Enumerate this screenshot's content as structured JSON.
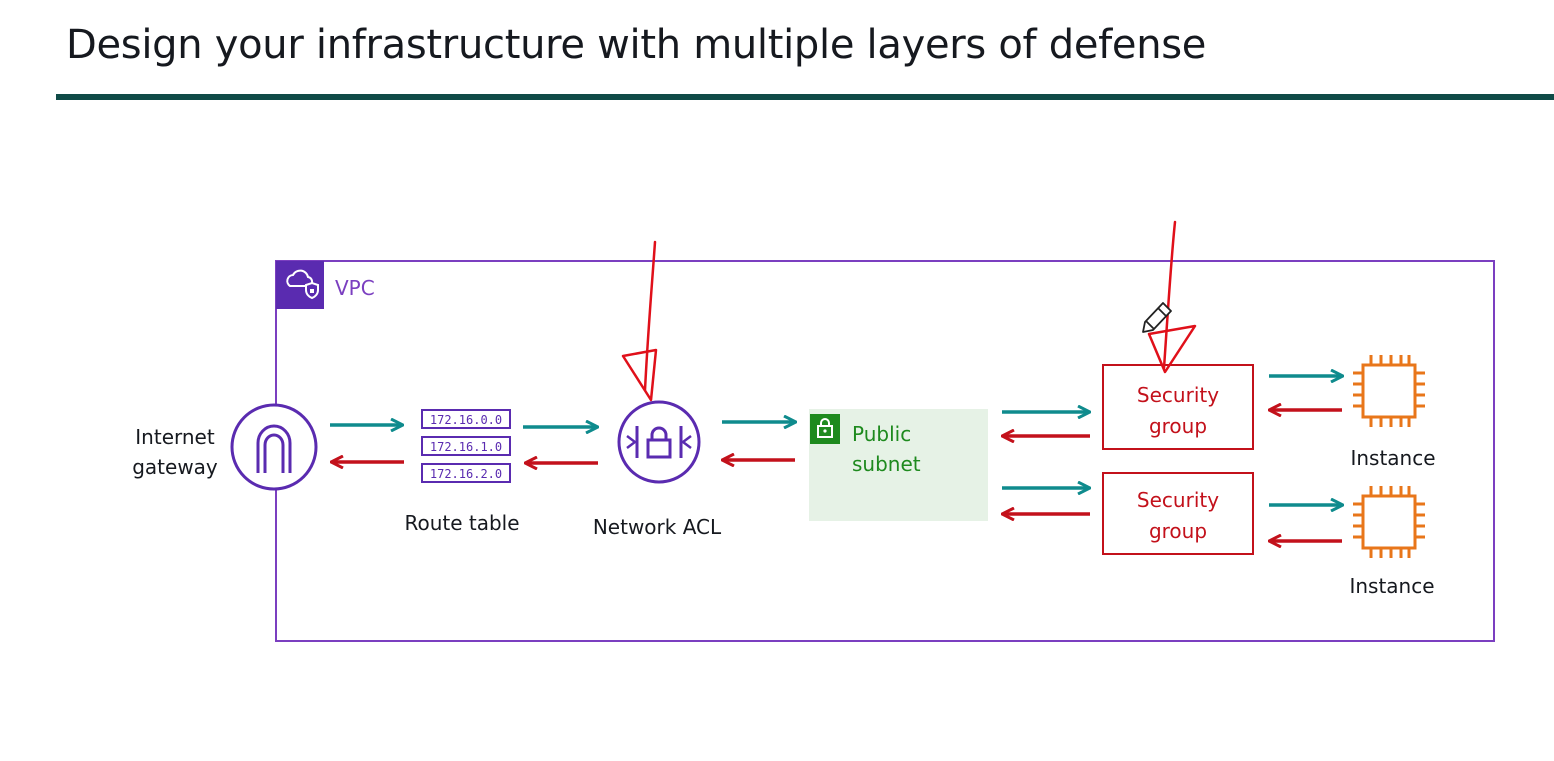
{
  "title": "Design your infrastructure with multiple layers of defense",
  "vpc": {
    "label": "VPC",
    "icon": "vpc-cloud-shield-icon",
    "color": "#7b3fc0"
  },
  "internet_gateway": {
    "label_line1": "Internet",
    "label_line2": "gateway",
    "icon": "internet-gateway-icon"
  },
  "route_table": {
    "label": "Route table",
    "entries": [
      "172.16.0.0",
      "172.16.1.0",
      "172.16.2.0"
    ],
    "icon": "route-table-icon"
  },
  "network_acl": {
    "label": "Network ACL",
    "icon": "network-acl-icon"
  },
  "public_subnet": {
    "label_line1": "Public",
    "label_line2": "subnet",
    "icon": "subnet-lock-icon",
    "color": "#1e8a1e"
  },
  "security_groups": [
    {
      "line1": "Security",
      "line2": "group"
    },
    {
      "line1": "Security",
      "line2": "group"
    }
  ],
  "instances": [
    {
      "label": "Instance",
      "icon": "ec2-instance-chip-icon"
    },
    {
      "label": "Instance",
      "icon": "ec2-instance-chip-icon"
    }
  ],
  "colors": {
    "inbound_arrow": "#0f8b8d",
    "outbound_arrow": "#c3111b",
    "annotation": "#e0101a",
    "title_rule": "#0f4b47",
    "instance": "#e8761a"
  },
  "annotations": [
    "hand-drawn-arrow-to-network-acl",
    "hand-drawn-arrow-to-security-group",
    "pencil-cursor-icon"
  ]
}
